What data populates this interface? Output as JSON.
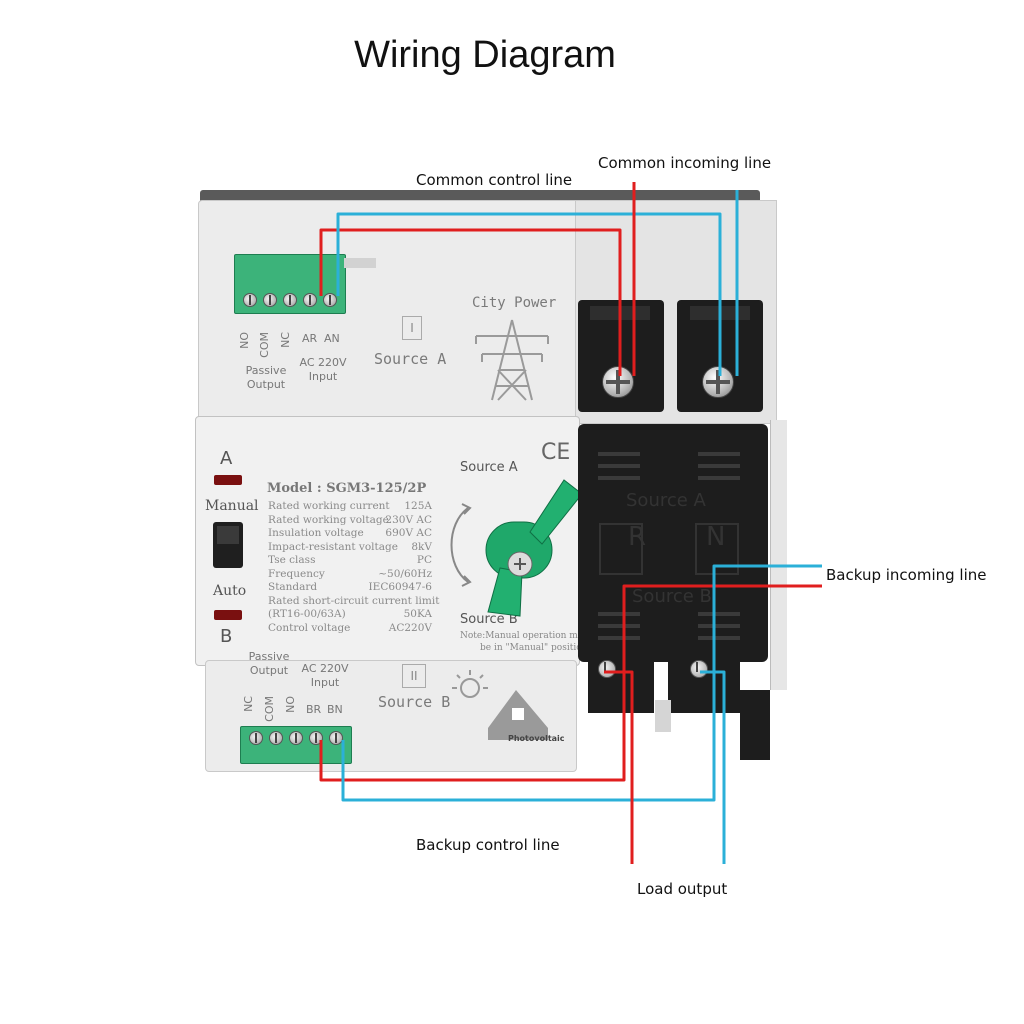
{
  "title": "Wiring Diagram",
  "callouts": {
    "common_control_line": "Common control line",
    "common_incoming_line": "Common incoming line",
    "backup_incoming_line": "Backup incoming line",
    "backup_control_line": "Backup control line",
    "load_output": "Load output"
  },
  "device": {
    "top_module": {
      "terminal_labels": [
        "NO",
        "COM",
        "NC",
        "AR",
        "AN"
      ],
      "passive_output": "Passive\nOutput",
      "ac_input": "AC 220V\nInput",
      "roman": "I",
      "source": "Source A",
      "icon_label": "City Power"
    },
    "front_panel": {
      "led_top_label": "A",
      "manual_label": "Manual",
      "auto_label": "Auto",
      "led_bottom_label": "B",
      "source_a_label": "Source A",
      "source_b_label": "Source B",
      "ce_mark": "CE",
      "model": "Model : SGM3-125/2P",
      "specs": [
        {
          "name": "Rated working current",
          "value": "125A"
        },
        {
          "name": "Rated working voltage",
          "value": "230V AC"
        },
        {
          "name": "Insulation voltage",
          "value": "690V AC"
        },
        {
          "name": "Impact-resistant voltage",
          "value": "8kV"
        },
        {
          "name": "Tse class",
          "value": "PC"
        },
        {
          "name": "Frequency",
          "value": "~50/60Hz"
        },
        {
          "name": "Standard",
          "value": "IEC60947-6"
        },
        {
          "name": "Rated short-circuit current limit",
          "value": ""
        },
        {
          "name": "(RT16-00/63A)",
          "value": "50KA"
        },
        {
          "name": "Control voltage",
          "value": "AC220V"
        }
      ],
      "note_line1": "Note:Manual operation must",
      "note_line2": "be in \"Manual\" position"
    },
    "breaker_block": {
      "source_a": "Source A",
      "source_b": "Source B",
      "r_label": "R",
      "n_label": "N"
    },
    "bottom_module": {
      "passive_output": "Passive\nOutput",
      "ac_input": "AC 220V\nInput",
      "terminal_labels": [
        "NC",
        "COM",
        "NO",
        "BR",
        "BN"
      ],
      "roman": "II",
      "source": "Source B",
      "icon_label": "Photovoltaic"
    }
  },
  "colors": {
    "red_wire": "#e01e1e",
    "blue_wire": "#2bb0d8",
    "terminal_green": "#3cb37a",
    "knob_green": "#1fa86a",
    "breaker_black": "#1d1d1d"
  }
}
